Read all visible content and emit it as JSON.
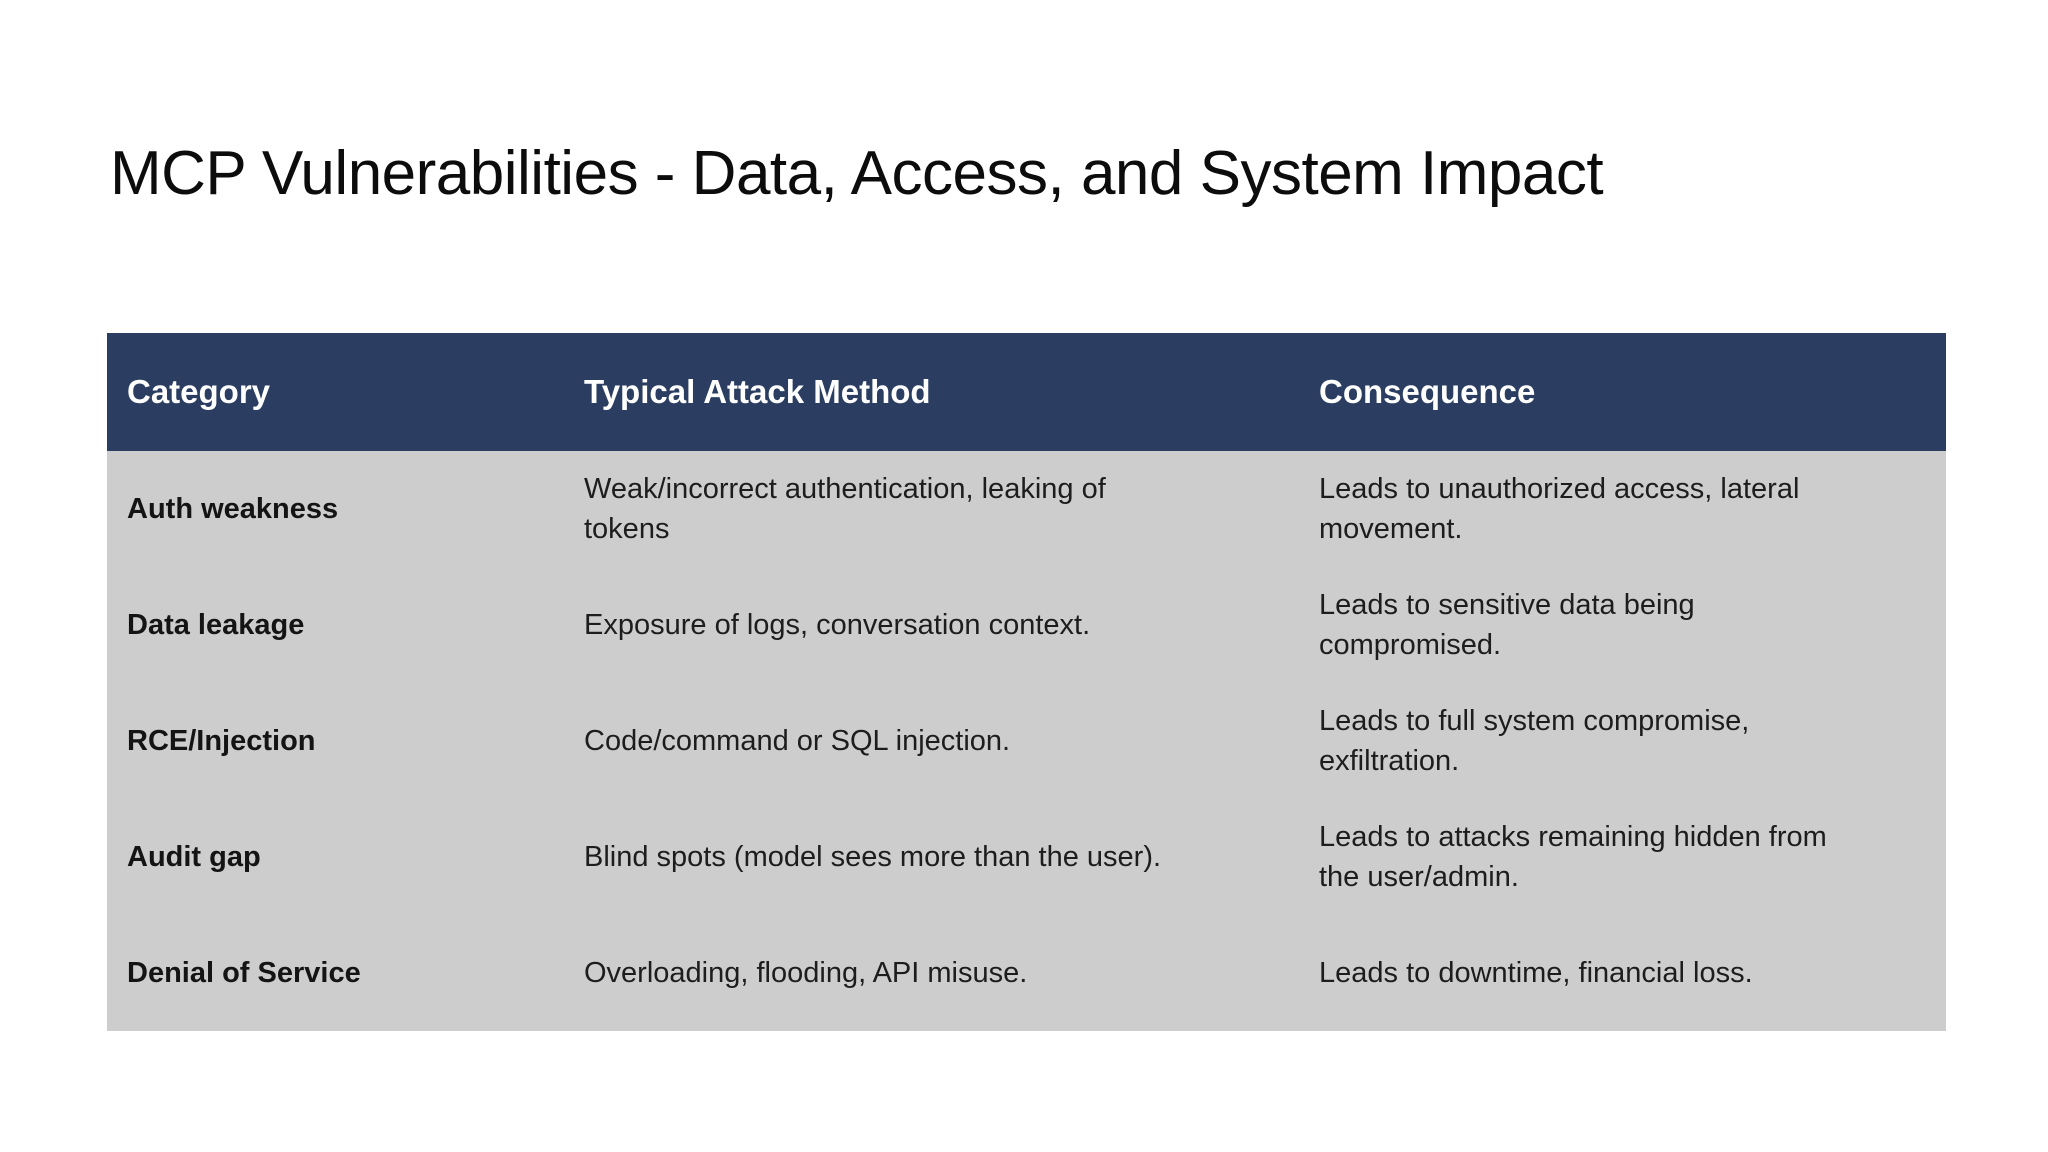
{
  "slide": {
    "title": "MCP Vulnerabilities - Data, Access, and System Impact",
    "background_color": "#ffffff"
  },
  "table": {
    "headers": [
      "Category",
      "Typical Attack Method",
      "Consequence"
    ],
    "rows": [
      {
        "category": "Auth weakness",
        "method": "Weak/incorrect authentication, leaking of tokens",
        "consequence": "Leads to unauthorized access, lateral movement."
      },
      {
        "category": "Data leakage",
        "method": "Exposure of logs, conversation context.",
        "consequence": "Leads to sensitive data being compromised."
      },
      {
        "category": "RCE/Injection",
        "method": "Code/command or SQL injection.",
        "consequence": "Leads to full system compromise, exfiltration."
      },
      {
        "category": "Audit gap",
        "method": "Blind spots (model sees more than the user).",
        "consequence": "Leads to attacks remaining hidden from the user/admin."
      },
      {
        "category": "Denial of Service",
        "method": "Overloading, flooding, API misuse.",
        "consequence": "Leads to downtime, financial loss."
      }
    ],
    "colors": {
      "header_bg": "#2b3d60",
      "header_text": "#ffffff",
      "body_bg": "#cdcdcd",
      "body_text": "#1d1d1d"
    }
  }
}
